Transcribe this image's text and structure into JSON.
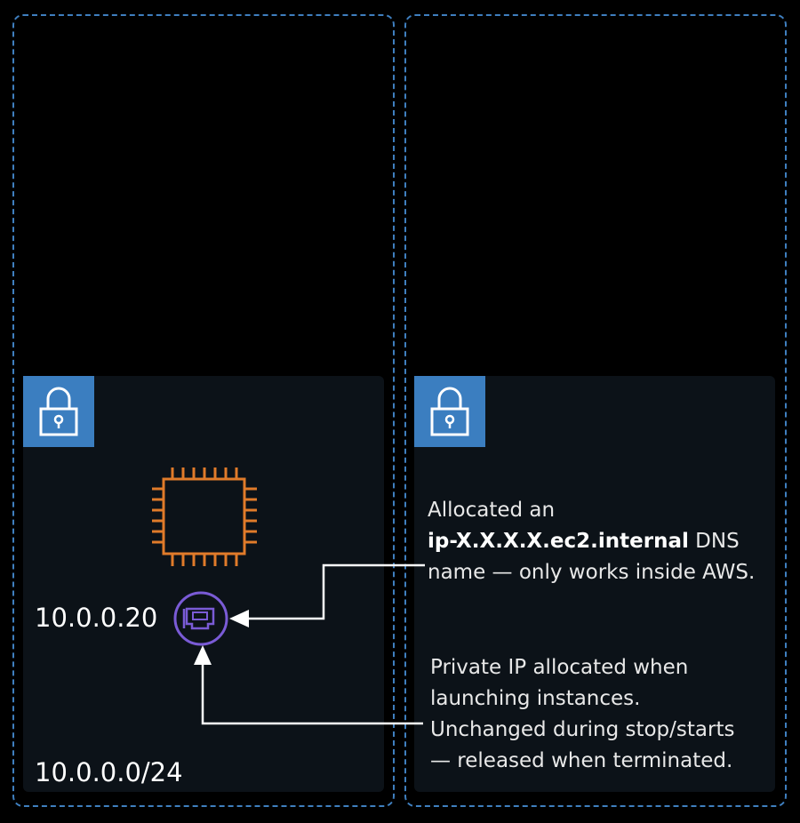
{
  "ip_label": "10.0.0.20",
  "cidr_label": "10.0.0.0/24",
  "dns_note": {
    "line1": "Allocated an",
    "bold": "ip-X.X.X.X.ec2.internal",
    "line2_rest": " DNS",
    "line3": "name — only works inside AWS."
  },
  "private_ip_note": {
    "line1": "Private IP allocated when",
    "line2": "launching instances.",
    "line3": "Unchanged during stop/starts",
    "line4": "— released when terminated."
  },
  "icons": [
    "padlock-icon",
    "padlock-icon",
    "ec2-chip-icon",
    "network-interface-icon"
  ],
  "colors": {
    "az_border": "#3f7fbf",
    "lock_badge": "#3b7ec0",
    "chip": "#e07b2a",
    "eni": "#7a5bd6",
    "arrow": "#ffffff"
  }
}
